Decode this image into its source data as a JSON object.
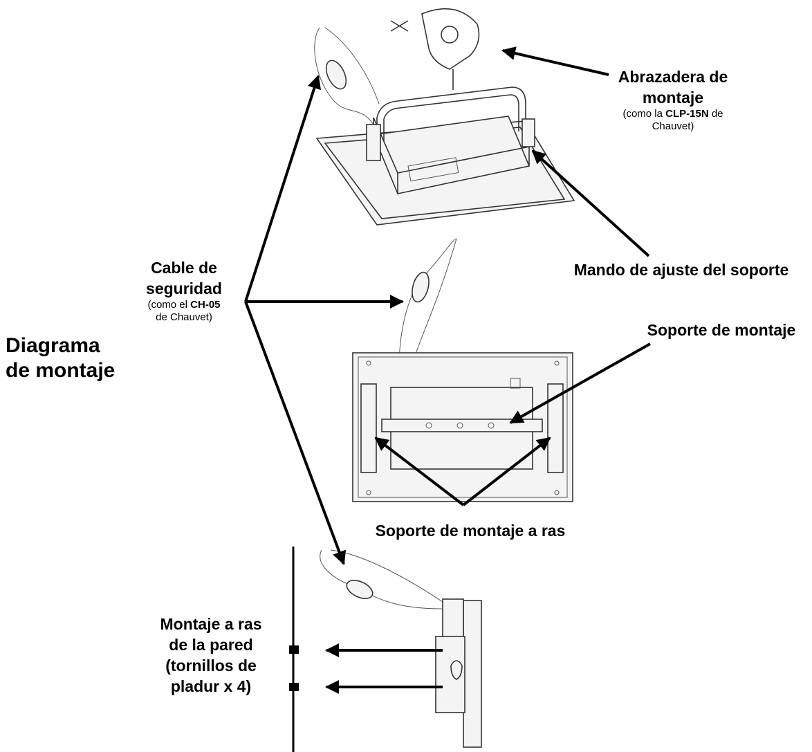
{
  "diagram_title": [
    "Diagrama",
    "de montaje"
  ],
  "labels": {
    "clamp": {
      "line1": "Abrazadera de",
      "line2": "montaje",
      "note_pre": "(como la ",
      "note_model": "CLP-15N",
      "note_post": " de",
      "note_line2": "Chauvet)"
    },
    "adjust_knob": "Mando de ajuste del soporte",
    "safety_cable": {
      "line1": "Cable de",
      "line2": "seguridad",
      "note_pre": "(como el ",
      "note_model": "CH-05",
      "note_line2": "de Chauvet)"
    },
    "mounting_bracket": "Soporte de montaje",
    "flush_bracket": "Soporte de montaje a ras",
    "wall_mount": {
      "line1": "Montaje a ras",
      "line2": "de la pared",
      "line3": "(tornillos de",
      "line4": "pladur x 4)"
    }
  },
  "colors": {
    "line": "#000000",
    "drawing": "#333333",
    "background": "#ffffff"
  }
}
